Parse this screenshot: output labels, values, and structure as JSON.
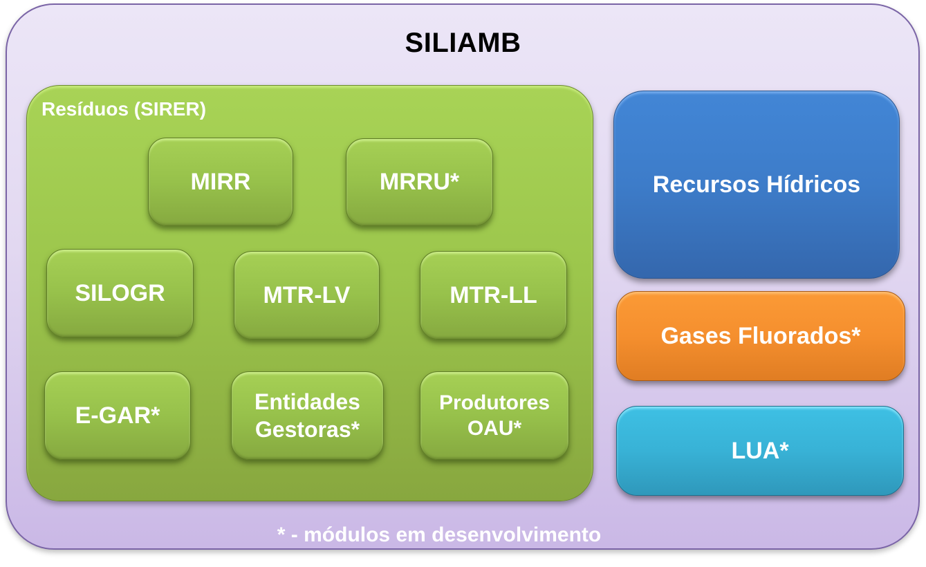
{
  "diagram": {
    "title": "SILIAMB",
    "footnote": "* - módulos em desenvolvimento",
    "colors": {
      "outer_background": "#e2d8f1",
      "outer_border": "#7a64a6",
      "residuos_group": "#9cc64c",
      "recursos_hidricos": "#3d7cc9",
      "gases_fluorados": "#f58f2e",
      "lua": "#38b2d6",
      "text": "#ffffff",
      "title_text": "#000000"
    },
    "residuos_group": {
      "label": "Resíduos (SIRER)",
      "modules": [
        {
          "label": "MIRR"
        },
        {
          "label": "MRRU*"
        },
        {
          "label": "SILOGR"
        },
        {
          "label": "MTR-LV"
        },
        {
          "label": "MTR-LL"
        },
        {
          "label": "E-GAR*"
        },
        {
          "label": "Entidades Gestoras*",
          "line1": "Entidades",
          "line2": "Gestoras*"
        },
        {
          "label": "Produtores OAU*",
          "line1": "Produtores",
          "line2": "OAU*"
        }
      ]
    },
    "side_modules": [
      {
        "label": "Recursos Hídricos"
      },
      {
        "label": "Gases Fluorados*"
      },
      {
        "label": "LUA*"
      }
    ]
  }
}
